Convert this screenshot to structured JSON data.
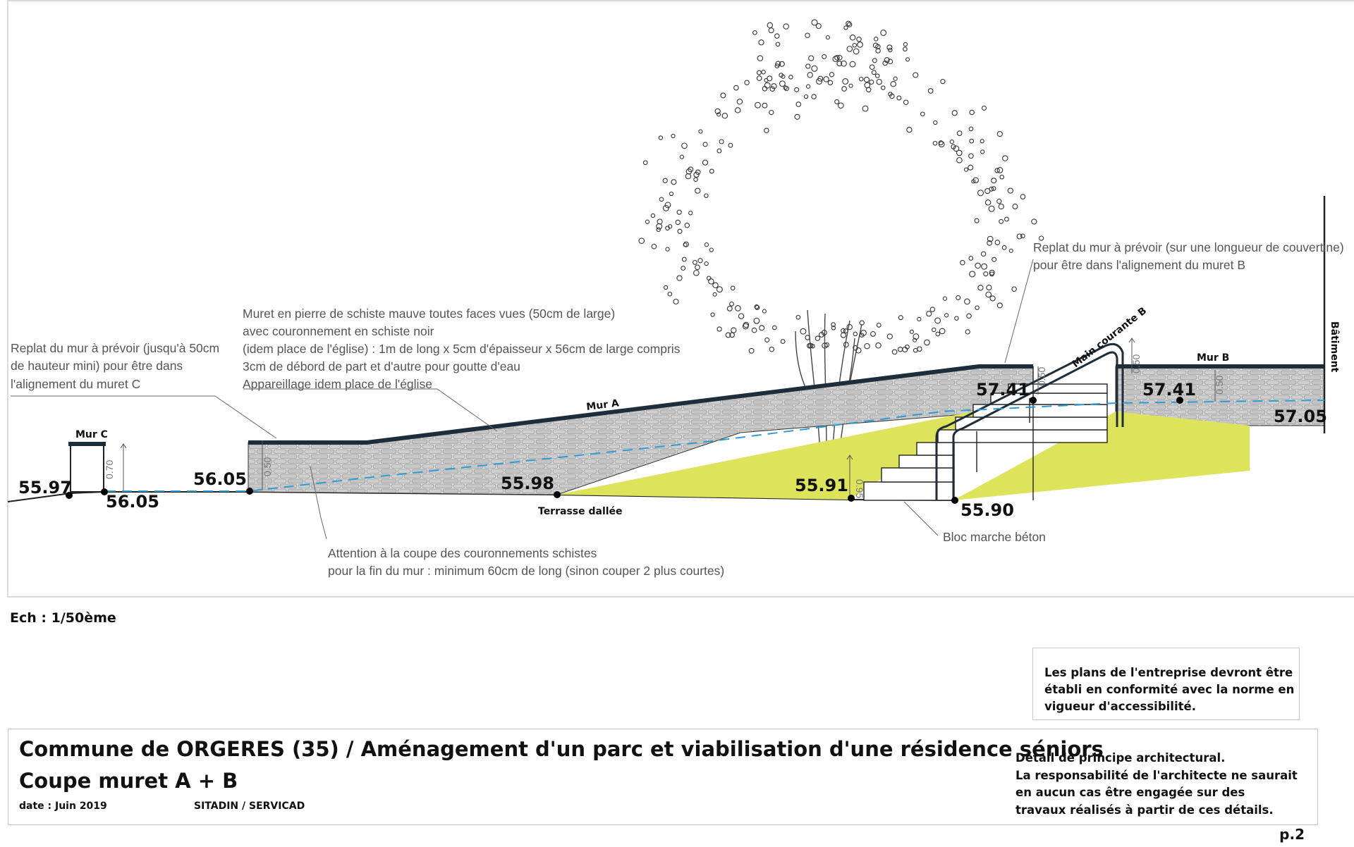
{
  "notes": {
    "replat_c": [
      "Replat du mur à prévoir (jusqu'à 50cm",
      "de hauteur mini) pour être dans",
      "l'alignement du muret C"
    ],
    "muret": [
      "Muret en pierre de schiste mauve toutes faces vues (50cm de large)",
      "avec couronnement en schiste noir",
      "(idem place de l'église) : 1m de long x 5cm d'épaisseur x 56cm de large compris",
      "3cm de débord de part et d'autre pour goutte d'eau",
      "Appareillage idem place de l'église"
    ],
    "replat_b": [
      "Replat du mur à prévoir (sur une longueur de couvertine)",
      "pour être dans l'alignement du muret B"
    ],
    "attention": [
      "Attention à la coupe des couronnements schistes",
      "pour la fin du mur : minimum 60cm de long (sinon couper 2 plus courtes)"
    ],
    "bloc": "Bloc marche béton"
  },
  "labels": {
    "mur_c": "Mur C",
    "mur_a": "Mur A",
    "mur_b": "Mur B",
    "main_courante": "Main courante B",
    "batiment": "Bâtiment",
    "terrasse": "Terrasse dallée"
  },
  "elevations": {
    "e5597": "55.97",
    "e5605a": "56.05",
    "e5605b": "56.05",
    "e5598": "55.98",
    "e5591": "55.91",
    "e5590": "55.90",
    "e5741a": "57.41",
    "e5741b": "57.41",
    "e5705": "57.05"
  },
  "dims": {
    "d070": "0.70",
    "d095": "0.95",
    "d050a": "0.50",
    "d050b": "0.50",
    "d050c": "0.50",
    "d050d": "0.50"
  },
  "scale": "Ech : 1/50ème",
  "accessibility": [
    "Les plans de l'entreprise devront être",
    "établi en conformité avec la norme en",
    "vigueur d'accessibilité."
  ],
  "title": {
    "line1": "Commune de ORGERES (35) / Aménagement d'un parc et viabilisation d'une résidence séniors",
    "line2": "Coupe muret A + B",
    "date": "date : Juin 2019",
    "authors": "SITADIN / SERVICAD"
  },
  "disclaimer": [
    "Détail de principe architectural.",
    "La responsabilité de l'architecte ne saurait",
    "en aucun cas être engagée sur des",
    "travaux réalisés à partir de ces détails."
  ],
  "page": "p.2",
  "colors": {
    "stone": "#d6d6d6",
    "coping": "#1e2d3a",
    "slope": "#dde35a",
    "water": "#2f9bd6"
  }
}
